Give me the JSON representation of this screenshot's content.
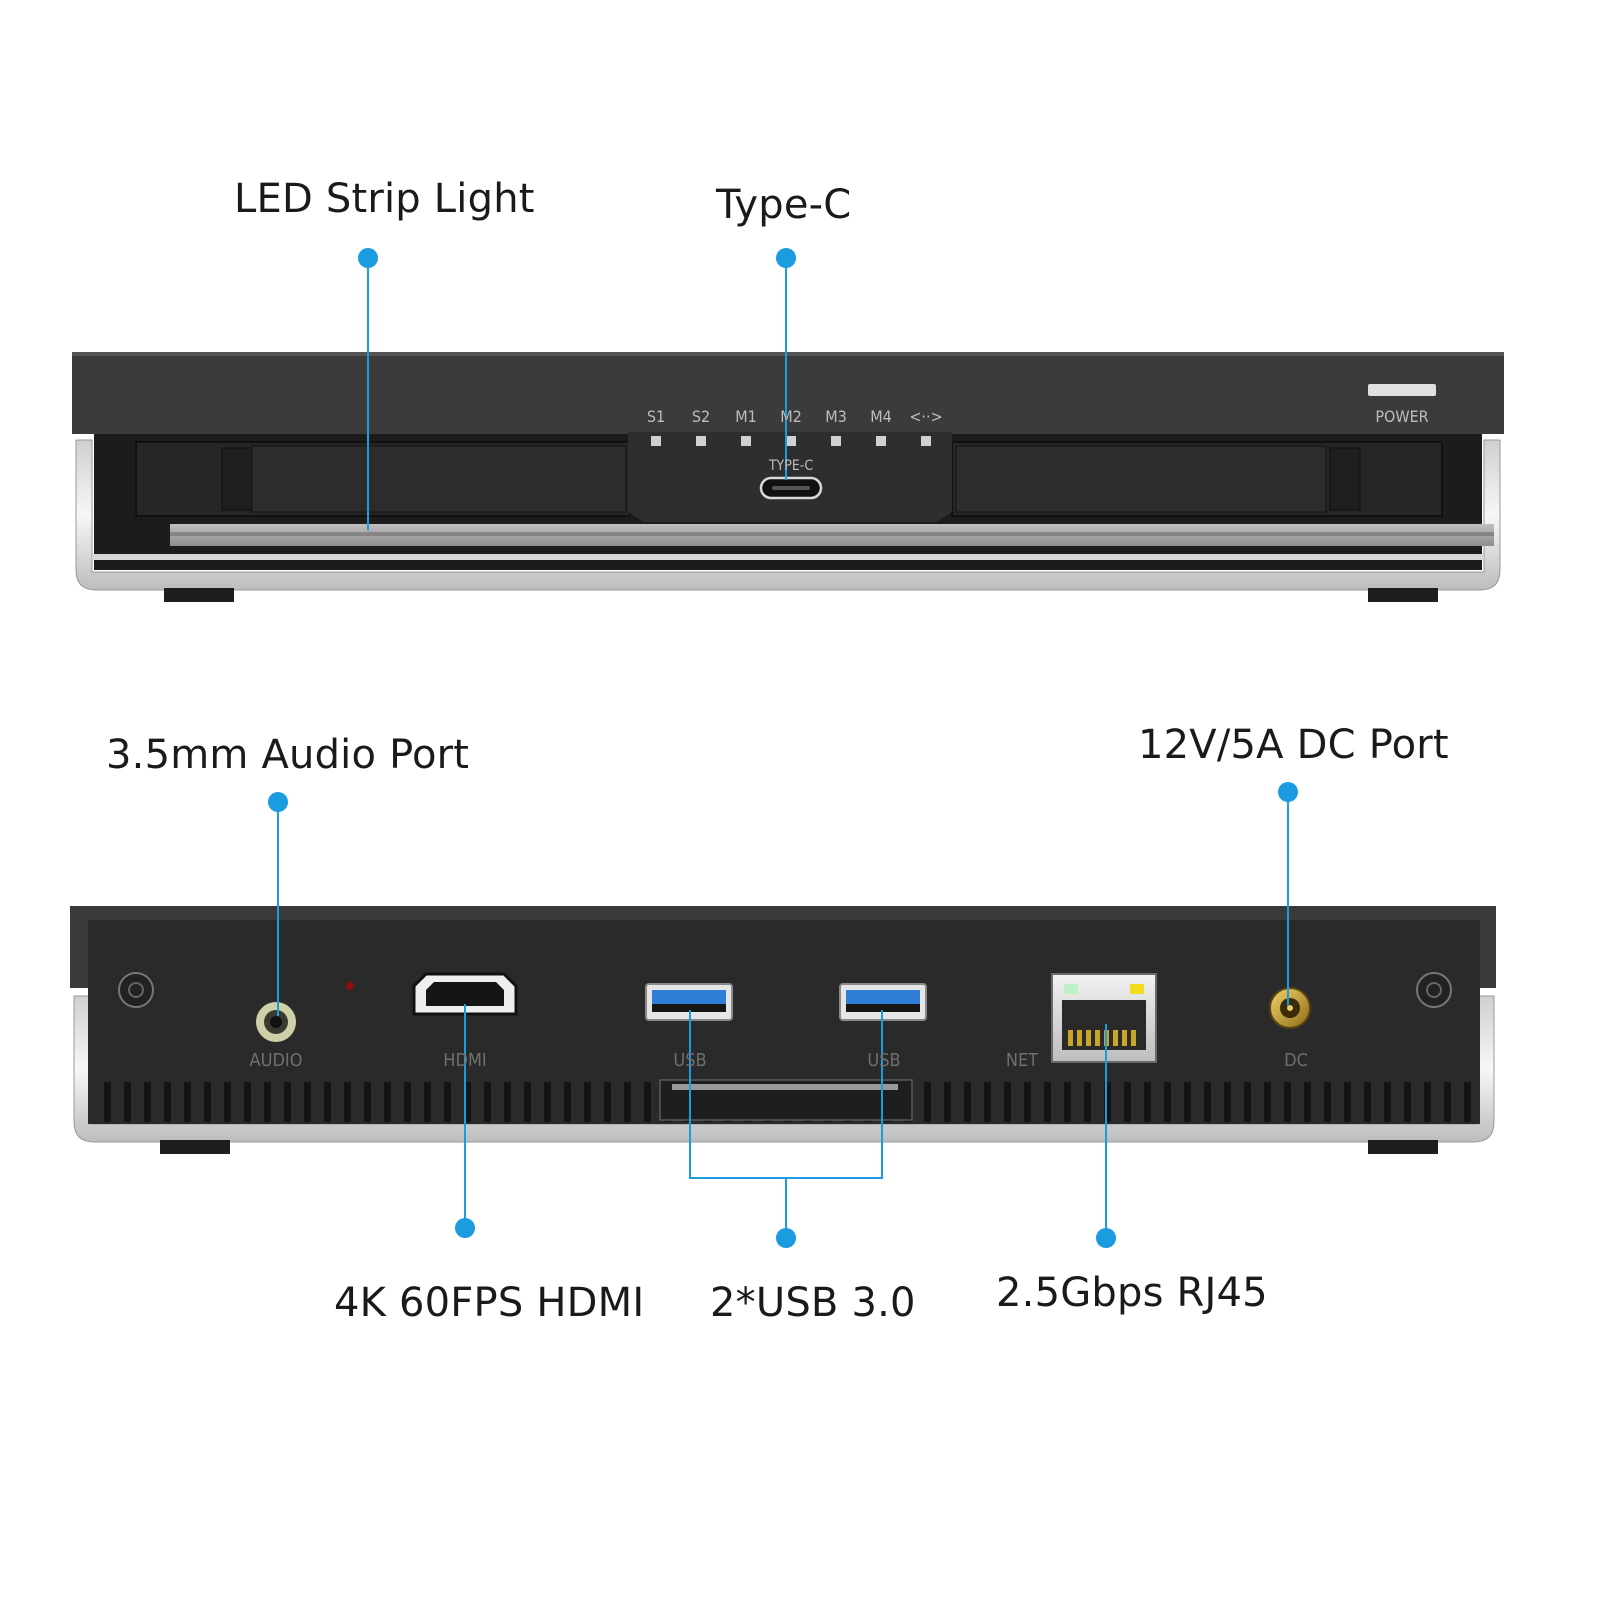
{
  "callouts": {
    "led_strip": "LED Strip Light",
    "type_c": "Type-C",
    "audio": "3.5mm Audio Port",
    "dc": "12V/5A DC Port",
    "hdmi": "4K 60FPS HDMI",
    "usb": "2*USB 3.0",
    "rj45": "2.5Gbps RJ45"
  },
  "front_panel": {
    "indicators": [
      "S1",
      "S2",
      "M1",
      "M2",
      "M3",
      "M4",
      "<··>"
    ],
    "port_label": "TYPE-C",
    "power_label": "POWER"
  },
  "rear_panel": {
    "labels": {
      "audio": "AUDIO",
      "hdmi": "HDMI",
      "usb1": "USB",
      "usb2": "USB",
      "net": "NET",
      "dc": "DC"
    }
  },
  "colors": {
    "accent": "#1b9be0",
    "chassis": "#2b2b2b",
    "chassis_top": "#3a3a3a",
    "aluminum": "#e6e6e6",
    "usb_blue": "#2f7fd8"
  }
}
